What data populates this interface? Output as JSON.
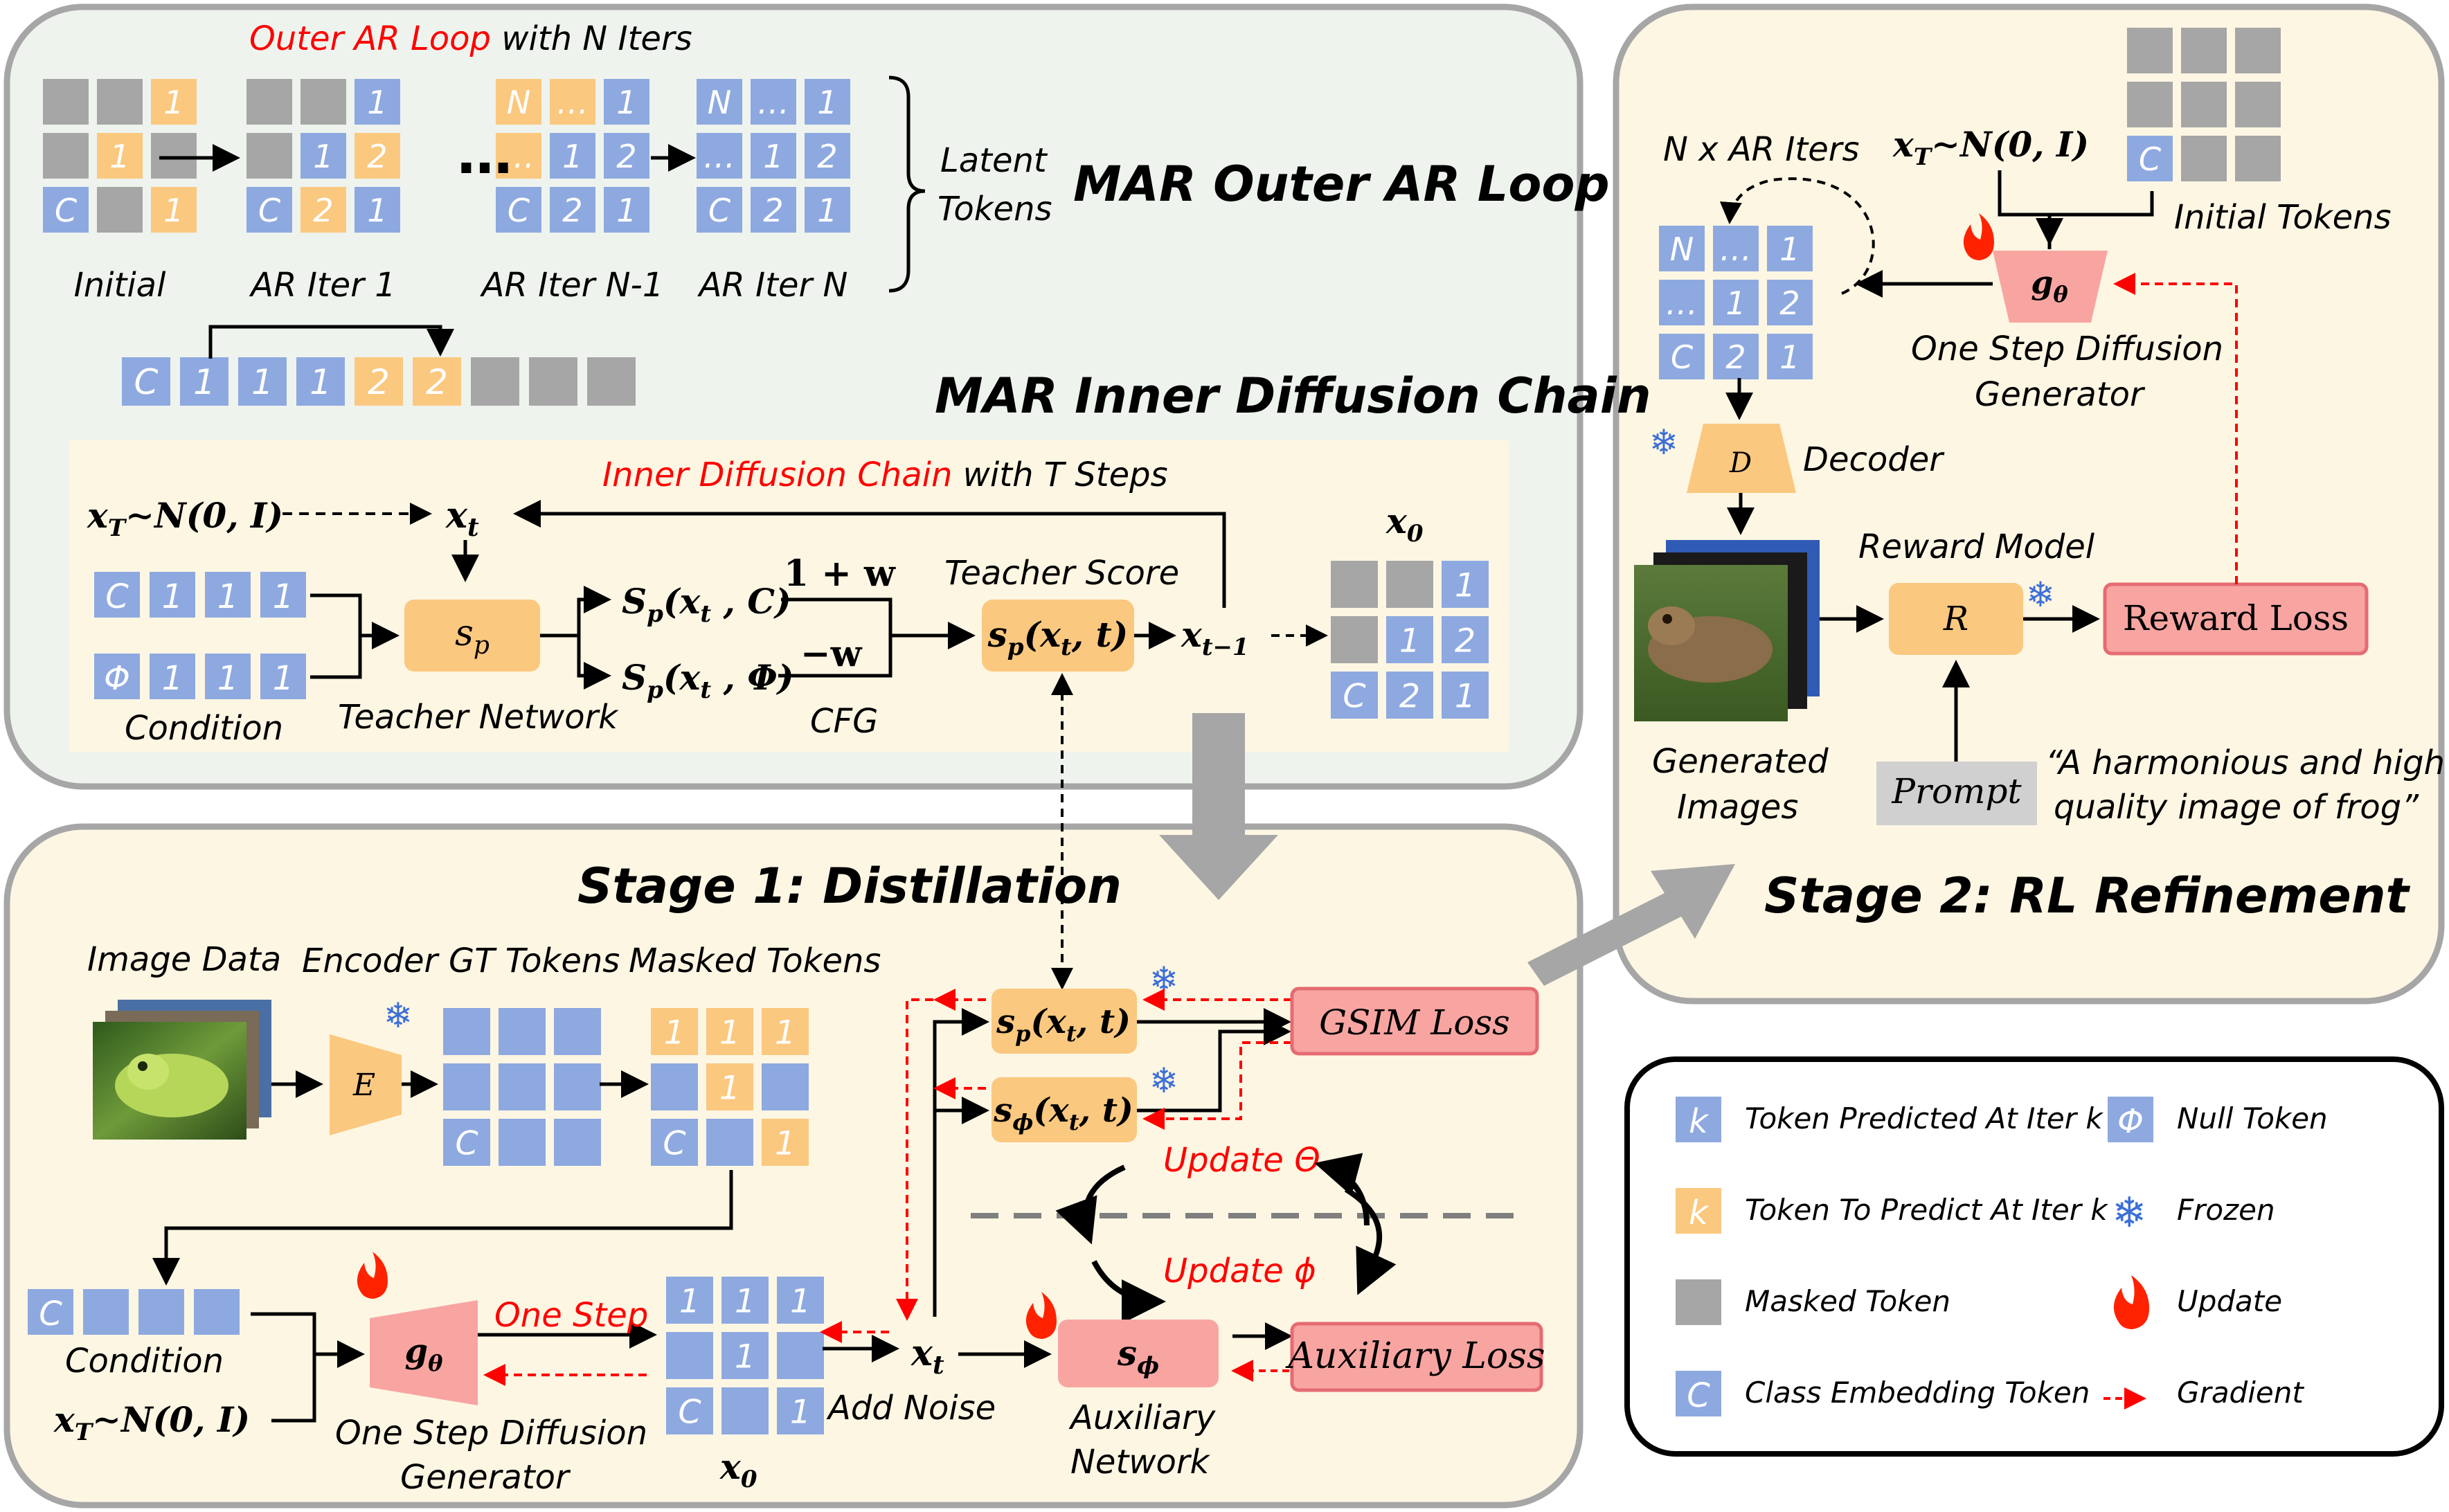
{
  "colors": {
    "blue": "#8ea9e0",
    "orange": "#fbc87f",
    "gray": "#a6a6a6",
    "pink": "#f8a5a2",
    "pink_border": "#e56b73",
    "red_text": "#ff0000",
    "panel_green": "#eef3ee",
    "panel_yellow": "#fdf6e3",
    "arrow_gray": "#a6a6a6"
  },
  "outer_loop": {
    "title": "MAR Outer AR Loop",
    "loop_label_red": "Outer AR Loop",
    "loop_label_rest": " with N Iters",
    "latent_tokens_1": "Latent",
    "latent_tokens_2": "Tokens",
    "ellipsis": "…",
    "grids": [
      {
        "label": "Initial",
        "cells": [
          [
            "M",
            "M",
            "1"
          ],
          [
            "M",
            "1",
            "M"
          ],
          [
            "C",
            "M",
            "1"
          ]
        ]
      },
      {
        "label": "AR Iter 1",
        "cells": [
          [
            "M",
            "M",
            "1"
          ],
          [
            "M",
            "1",
            "2"
          ],
          [
            "C",
            "2",
            "1"
          ]
        ]
      },
      {
        "label": "AR Iter N-1",
        "cells": [
          [
            "N",
            "…",
            "1"
          ],
          [
            "…",
            "1",
            "2"
          ],
          [
            "C",
            "2",
            "1"
          ]
        ]
      },
      {
        "label": "AR Iter N",
        "cells": [
          [
            "N",
            "…",
            "1"
          ],
          [
            "…",
            "1",
            "2"
          ],
          [
            "C",
            "2",
            "1"
          ]
        ]
      }
    ],
    "sequence": [
      "C",
      "1",
      "1",
      "1",
      "2",
      "2",
      "M",
      "M",
      "M"
    ]
  },
  "inner_chain": {
    "title": "MAR Inner Diffusion Chain",
    "label_red": "Inner Diffusion Chain",
    "label_rest": " with T Steps",
    "xT": "x_T∼N(0, I)",
    "xt": "x_t",
    "x0": "x_0",
    "xt_minus_1": "x_{t−1}",
    "cond_row": [
      "C",
      "1",
      "1",
      "1"
    ],
    "null_row": [
      "Φ",
      "1",
      "1",
      "1"
    ],
    "condition_label": "Condition",
    "teacher_network": "Teacher Network",
    "sp": "s_p",
    "sp_cond": "S_p(x_t , C)",
    "sp_null": "S_p(x_t , Φ)",
    "one_plus_w": "1 + w",
    "minus_w": "−w",
    "cfg": "CFG",
    "teacher_score_label": "Teacher Score",
    "teacher_score": "s_p(x_t, t)",
    "x0_grid": [
      [
        "M",
        "M",
        "1"
      ],
      [
        "M",
        "1",
        "2"
      ],
      [
        "C",
        "2",
        "1"
      ]
    ]
  },
  "stage1": {
    "title": "Stage 1: Distillation",
    "image_data": "Image Data",
    "encoder": "Encoder",
    "encoder_letter": "E",
    "gt_tokens": "GT Tokens",
    "gt_grid": [
      [
        "B",
        "B",
        "B"
      ],
      [
        "B",
        "B",
        "B"
      ],
      [
        "C",
        "B",
        "B"
      ]
    ],
    "masked_tokens": "Masked Tokens",
    "masked_grid": [
      [
        "1",
        "1",
        "1"
      ],
      [
        "B",
        "1",
        "B"
      ],
      [
        "C",
        "B",
        "1"
      ]
    ],
    "sp_score": "s_p(x_t, t)",
    "sphi_score": "s_ϕ(x_t, t)",
    "gsim_loss": "GSIM Loss",
    "update_theta": "Update Θ",
    "update_phi": "Update ϕ",
    "condition_row": [
      "C",
      "B",
      "B",
      "B"
    ],
    "condition_label": "Condition",
    "xT": "x_T∼N(0, I)",
    "generator": "g_θ",
    "one_step": "One Step",
    "generator_label_1": "One Step Diffusion",
    "generator_label_2": "Generator",
    "x0_grid": [
      [
        "1",
        "1",
        "1"
      ],
      [
        "B",
        "1",
        "B"
      ],
      [
        "C",
        "B",
        "1"
      ]
    ],
    "x0": "x_0",
    "add_noise": "Add Noise",
    "xt": "x_t",
    "aux_score": "s_ϕ",
    "aux_label_1": "Auxiliary",
    "aux_label_2": "Network",
    "aux_loss": "Auxiliary Loss"
  },
  "stage2": {
    "title": "Stage 2: RL Refinement",
    "n_ar_iters": "N x AR Iters",
    "xT": "x_T∼N(0, I)",
    "initial_grid": [
      [
        "M",
        "M",
        "M"
      ],
      [
        "M",
        "M",
        "M"
      ],
      [
        "C",
        "M",
        "M"
      ]
    ],
    "initial_tokens": "Initial Tokens",
    "generator": "g_θ",
    "generator_label_1": "One Step Diffusion",
    "generator_label_2": "Generator",
    "token_grid": [
      [
        "N",
        "…",
        "1"
      ],
      [
        "…",
        "1",
        "2"
      ],
      [
        "C",
        "2",
        "1"
      ]
    ],
    "decoder_letter": "D",
    "decoder": "Decoder",
    "reward_model": "Reward Model",
    "reward_letter": "R",
    "reward_loss": "Reward Loss",
    "generated_1": "Generated",
    "generated_2": "Images",
    "prompt": "Prompt",
    "prompt_text_1": "“A harmonious and high",
    "prompt_text_2": "quality image of  frog”"
  },
  "legend": [
    {
      "icon": "blue-k",
      "glyph": "k",
      "label": "Token Predicted  At Iter k"
    },
    {
      "icon": "null-token",
      "glyph": "Φ",
      "label": "Null Token"
    },
    {
      "icon": "orange-k",
      "glyph": "k",
      "label": "Token To Predict At Iter k"
    },
    {
      "icon": "snowflake-icon",
      "glyph": "❄",
      "label": "Frozen"
    },
    {
      "icon": "gray-square",
      "glyph": "",
      "label": "Masked Token"
    },
    {
      "icon": "flame-icon",
      "glyph": "",
      "label": "Update"
    },
    {
      "icon": "class-token",
      "glyph": "C",
      "label": "Class Embedding Token"
    },
    {
      "icon": "gradient-arrow",
      "glyph": "",
      "label": "Gradient"
    }
  ]
}
